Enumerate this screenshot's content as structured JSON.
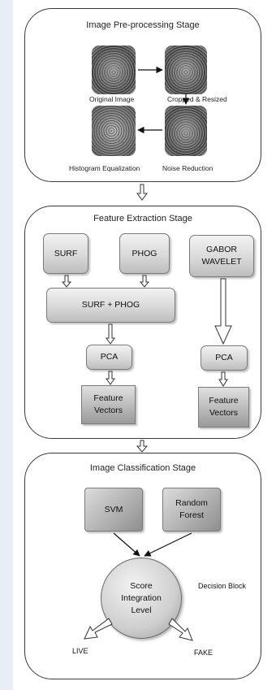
{
  "preprocessing": {
    "title": "Image Pre-processing Stage",
    "captions": {
      "original": "Original Image",
      "cropped": "Cropped & Resized",
      "histogram": "Histogram Equalization",
      "noise": "Noise Reduction"
    }
  },
  "feature_extraction": {
    "title": "Feature Extraction Stage",
    "surf": "SURF",
    "phog": "PHOG",
    "gabor": "GABOR WAVELET",
    "surf_phog": "SURF + PHOG",
    "pca": "PCA",
    "feature_vectors": "Feature Vectors"
  },
  "classification": {
    "title": "Image Classification Stage",
    "svm": "SVM",
    "random_forest": "Random Forest",
    "score": "Score Integration Level",
    "decision_block": "Decision Block",
    "live": "LIVE",
    "fake": "FAKE"
  }
}
